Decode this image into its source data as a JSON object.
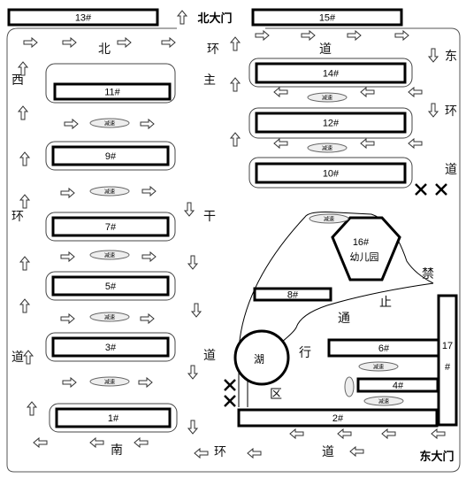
{
  "gates": {
    "north": "北大门",
    "east": "东大门"
  },
  "buildings": [
    {
      "id": "b13",
      "label": "13#"
    },
    {
      "id": "b15",
      "label": "15#"
    },
    {
      "id": "b11",
      "label": "11#"
    },
    {
      "id": "b14",
      "label": "14#"
    },
    {
      "id": "b12",
      "label": "12#"
    },
    {
      "id": "b10",
      "label": "10#"
    },
    {
      "id": "b9",
      "label": "9#"
    },
    {
      "id": "b7",
      "label": "7#"
    },
    {
      "id": "b5",
      "label": "5#"
    },
    {
      "id": "b3",
      "label": "3#"
    },
    {
      "id": "b1",
      "label": "1#"
    },
    {
      "id": "b8",
      "label": "8#"
    },
    {
      "id": "b6",
      "label": "6#"
    },
    {
      "id": "b4",
      "label": "4#"
    },
    {
      "id": "b2",
      "label": "2#"
    },
    {
      "id": "b17",
      "label": "17#"
    }
  ],
  "kindergarten": {
    "number": "16#",
    "name": "幼儿园"
  },
  "lake": "湖",
  "speed_bump": "减速",
  "road_labels": {
    "north_ring": [
      "北",
      "环",
      "道"
    ],
    "east_ring": [
      "东",
      "环",
      "道"
    ],
    "west_ring": [
      "西",
      "环",
      "道"
    ],
    "south_ring": [
      "南",
      "环",
      "道"
    ],
    "main_road": [
      "主",
      "干",
      "道"
    ],
    "no_pass": [
      "禁",
      "止",
      "通",
      "行",
      "区"
    ]
  },
  "colors": {
    "line": "#000000",
    "background": "#ffffff",
    "arrow": "#333333"
  }
}
